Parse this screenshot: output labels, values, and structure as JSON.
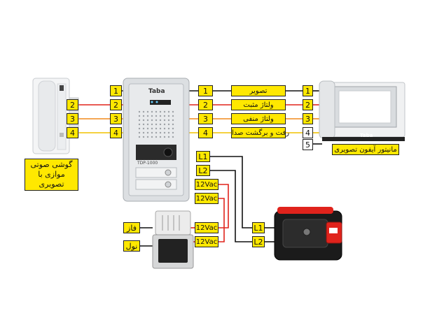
{
  "panel": {
    "brand": "Taba",
    "model": "TDP-1000"
  },
  "handset": {
    "caption_line1": "گوشی صوتی",
    "caption_line2": "موازی با تصویری",
    "terminals": [
      "2",
      "3",
      "4"
    ]
  },
  "panel_terminals": [
    "1",
    "2",
    "3",
    "4"
  ],
  "panel_lock_terminals": [
    "L1",
    "L2"
  ],
  "panel_power_terminals": [
    "12Vac",
    "12Vac"
  ],
  "transformer": {
    "terminals": [
      "12Vac",
      "12Vac"
    ],
    "phase_label": "فاز",
    "neutral_label": "نول"
  },
  "lock": {
    "terminals": [
      "L1",
      "L2"
    ]
  },
  "bus": {
    "left_numbers": [
      "1",
      "2",
      "3",
      "4"
    ],
    "descriptions": [
      "تصویر",
      "ولتاژ مثبت",
      "ولتاژ منفی",
      "رفت و برگشت صدا"
    ]
  },
  "monitor": {
    "brand": "Taba",
    "caption": "مانیتور آیفون تصویری",
    "terminals": [
      "1",
      "2",
      "3",
      "4",
      "5"
    ]
  },
  "colors": {
    "label_bg": "#ffe800",
    "wire_black": "#111111",
    "wire_red": "#e0231c",
    "wire_orange": "#f08a1c",
    "wire_yellow": "#f2c200"
  }
}
